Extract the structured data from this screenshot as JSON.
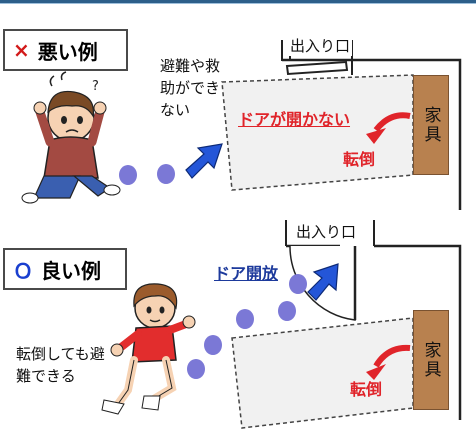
{
  "bad_example": {
    "mark": "×",
    "title": "悪い例",
    "description": "避難や救助ができない",
    "entrance_label": "出入り口",
    "warning": "ドアが開かない",
    "furniture_label": "家具",
    "fall_label": "転倒"
  },
  "good_example": {
    "mark": "Ｏ",
    "title": "良い例",
    "description": "転倒しても避難できる",
    "entrance_label": "出入り口",
    "door_open_label": "ドア開放",
    "furniture_label": "家具",
    "fall_label": "転倒"
  },
  "colors": {
    "bad_accent": "#d21a1a",
    "good_accent": "#1a3fcf",
    "furniture": "#b8814f",
    "arrow_blue": "#2456d8",
    "dot_purple": "#7b78d6"
  }
}
